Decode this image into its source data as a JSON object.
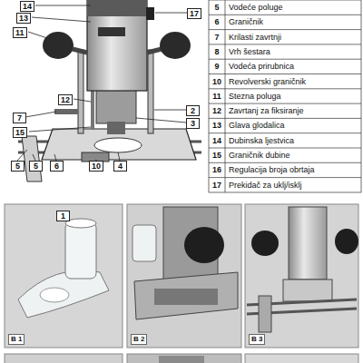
{
  "diagram": {
    "labels": [
      "14",
      "13",
      "11",
      "17",
      "12",
      "2",
      "7",
      "3",
      "15",
      "5",
      "5",
      "6",
      "10",
      "4",
      "5",
      "Vodeće poluge",
      "6",
      "Graničnik",
      "7",
      "Krilasti zavrtnji",
      "8",
      "Vrh šestara",
      "9",
      "Vodeća prirubnica",
      "10",
      "Revolverski graničnik",
      "11",
      "Stezna poluga",
      "12",
      "Zavrtanj za fiksiranje",
      "13",
      "Glava glodalica",
      "14",
      "Dubinska ljestvica",
      "15",
      "Graničnik dubine",
      "16",
      "Regulacija broja obrtaja",
      "17",
      "Prekidač za uklj/isklj",
      "1",
      "B 1",
      "B 2",
      "B 3"
    ]
  }
}
